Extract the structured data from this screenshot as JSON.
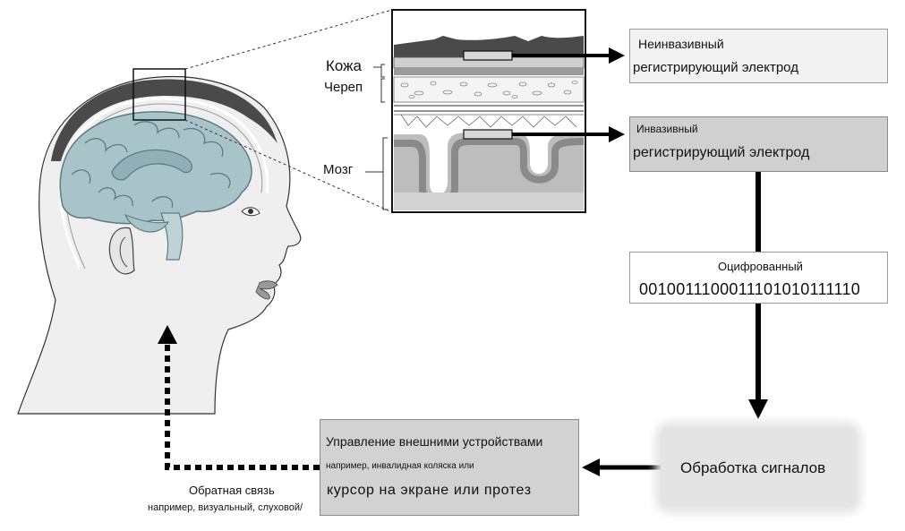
{
  "labels": {
    "skin": "Кожа",
    "skull": "Череп",
    "brain": "Мозг"
  },
  "noninvasive": {
    "line1": "Неинвазивный",
    "line2": "регистрирующий электрод"
  },
  "invasive": {
    "line1": "Инвазивный",
    "line2": "регистрирующий электрод"
  },
  "digitized": {
    "label": "Оцифрованный",
    "bits": "0010011100011101010111110"
  },
  "processing": {
    "label": "Обработка сигналов"
  },
  "control": {
    "title": "Управление внешними устройствами",
    "example": "например, инвалидная коляска или",
    "detail": "курсор на экране или протез"
  },
  "feedback": {
    "title": "Обратная связь",
    "detail": "например, визуальный, слуховой/"
  },
  "colors": {
    "brain_fill": "#a9c4c9",
    "hair": "#4a4a4a",
    "skin_fill": "#efefef",
    "arrow": "#000000"
  }
}
